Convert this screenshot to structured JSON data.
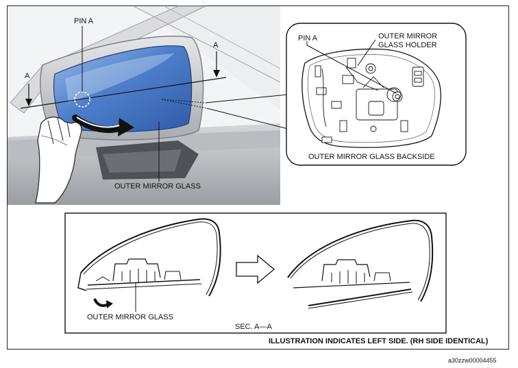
{
  "labels": {
    "pin_a_main": "PIN A",
    "section_a_left": "A",
    "section_a_right": "A",
    "outer_mirror_glass_main": "OUTER MIRROR GLASS",
    "pin_a_inset": "PIN A",
    "outer_mirror_glass_holder_line1": "OUTER MIRROR",
    "outer_mirror_glass_holder_line2": "GLASS HOLDER",
    "backside_caption": "OUTER MIRROR GLASS BACKSIDE",
    "outer_mirror_glass_section": "OUTER MIRROR GLASS",
    "section_title": "SEC. A—A",
    "footer_note": "ILLUSTRATION INDICATES LEFT SIDE. (RH SIDE IDENTICAL)",
    "figure_code": "a30zzw00004455"
  },
  "colors": {
    "mirror_blue": "#4a78c4",
    "mirror_blue_light": "#8fb0e0",
    "body_gray": "#c9cbcf",
    "dark_gray": "#6b6e73",
    "line": "#111111"
  }
}
